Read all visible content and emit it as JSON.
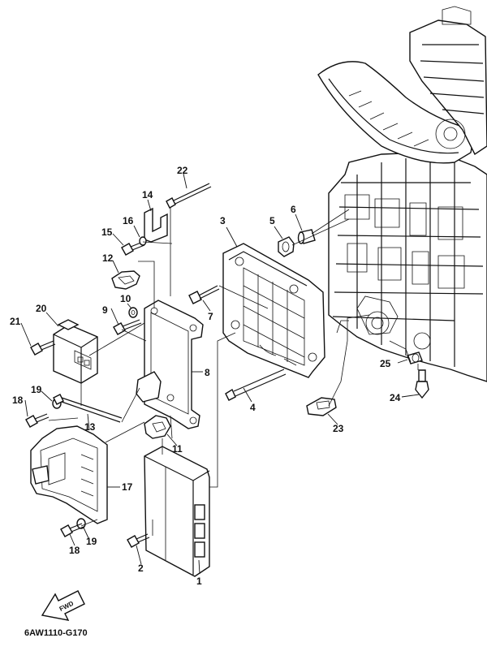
{
  "diagram": {
    "figure_code": "6AW1110-G170",
    "fwd_label": "FWD",
    "callouts": {
      "c1": "1",
      "c2": "2",
      "c3": "3",
      "c4": "4",
      "c5": "5",
      "c6": "6",
      "c7": "7",
      "c8": "8",
      "c9": "9",
      "c10": "10",
      "c11": "11",
      "c12": "12",
      "c13": "13",
      "c14": "14",
      "c15": "15",
      "c16": "16",
      "c17": "17",
      "c18a": "18",
      "c18b": "18",
      "c19a": "19",
      "c19b": "19",
      "c20": "20",
      "c21": "21",
      "c22": "22",
      "c23": "23",
      "c24": "24",
      "c25": "25"
    }
  }
}
